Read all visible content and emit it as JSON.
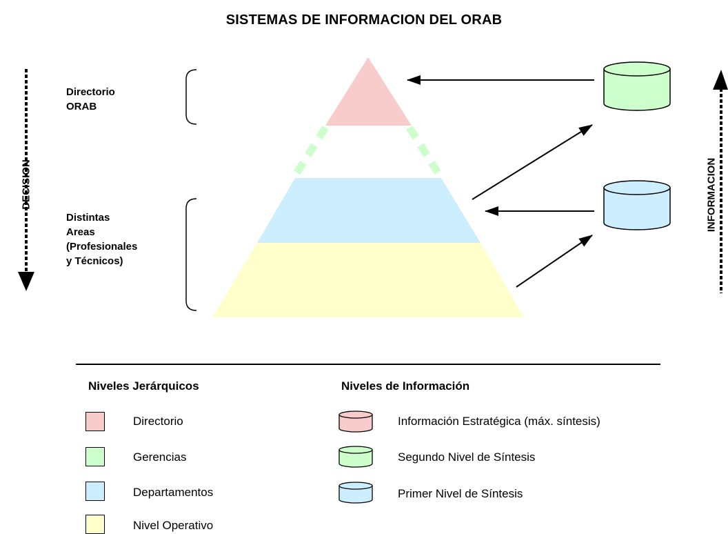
{
  "title": "SISTEMAS DE INFORMACION DEL ORAB",
  "side": {
    "decision_label": "DECISION",
    "informacion_label": "INFORMACION",
    "directorio_orab": [
      "Directorio",
      "ORAB"
    ],
    "distintas_areas": [
      "Distintas",
      "Areas",
      "(Profesionales",
      "y Técnicos)"
    ]
  },
  "legend": {
    "hierarchical": {
      "heading": "Niveles Jerárquicos",
      "items": [
        {
          "label": "Directorio",
          "color": "#f9cccc"
        },
        {
          "label": "Gerencias",
          "color": "#ccffcc"
        },
        {
          "label": "Departamentos",
          "color": "#cceeff"
        },
        {
          "label": "Nivel Operativo",
          "color": "#ffffcc"
        }
      ]
    },
    "information": {
      "heading": "Niveles de Información",
      "items": [
        {
          "label": "Información Estratégica (máx. síntesis)",
          "color": "#f9cccc"
        },
        {
          "label": "Segundo Nivel de Síntesis",
          "color": "#ccffcc"
        },
        {
          "label": "Primer Nivel de Síntesis",
          "color": "#cceeff"
        }
      ]
    }
  },
  "colors": {
    "directorio": "#f9cccc",
    "gerencias": "#ccffcc",
    "departamentos": "#cceeff",
    "operativo": "#ffffcc"
  }
}
